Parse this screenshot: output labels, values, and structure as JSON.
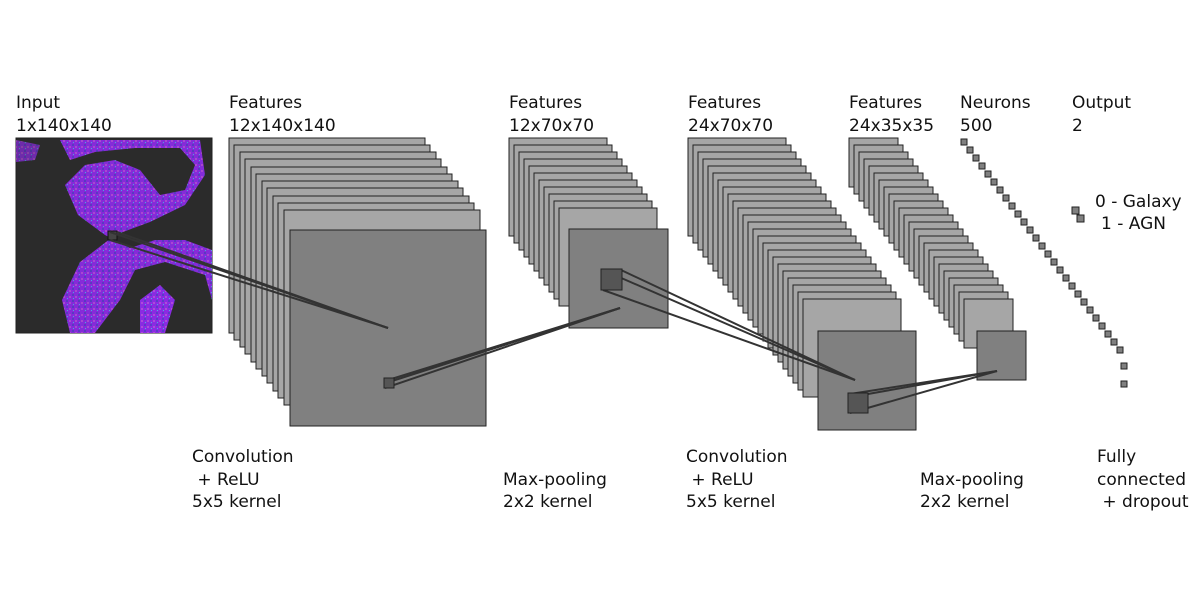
{
  "layers": [
    {
      "title": "Input",
      "dims": "1x140x140"
    },
    {
      "title": "Features",
      "dims": "12x140x140"
    },
    {
      "title": "Features",
      "dims": "12x70x70"
    },
    {
      "title": "Features",
      "dims": "24x70x70"
    },
    {
      "title": "Features",
      "dims": "24x35x35"
    },
    {
      "title": "Neurons",
      "dims": "500"
    },
    {
      "title": "Output",
      "dims": "2"
    }
  ],
  "operations": [
    {
      "lines": [
        "Convolution",
        " + ReLU",
        "5x5 kernel"
      ]
    },
    {
      "lines": [
        "Max-pooling",
        "2x2 kernel"
      ]
    },
    {
      "lines": [
        "Convolution",
        " + ReLU",
        "5x5 kernel"
      ]
    },
    {
      "lines": [
        "Max-pooling",
        "2x2 kernel"
      ]
    },
    {
      "lines": [
        "Fully",
        "connected",
        " + dropout"
      ]
    }
  ],
  "output_classes": [
    "0 - Galaxy",
    "1 - AGN"
  ],
  "colors": {
    "map_fill": "#808080",
    "map_back_fill": "#a6a6a6",
    "map_stroke": "#222222",
    "kernel_fill": "#555555",
    "input_background": "#2b2b2b",
    "input_signal": "#8a2be2"
  }
}
